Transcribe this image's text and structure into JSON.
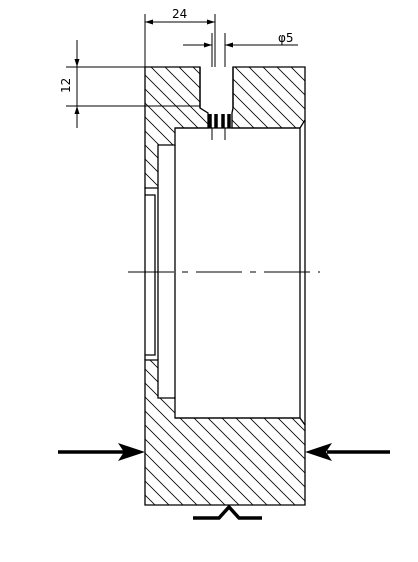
{
  "dimensions": {
    "width_label": "24",
    "hole_diameter_label": "φ5",
    "depth_label": "12"
  },
  "colors": {
    "line": "#000000",
    "background": "#ffffff"
  },
  "symbols": {
    "left_force": "arrow-right-icon",
    "right_force": "arrow-left-icon",
    "datum": "datum-triangle-icon"
  }
}
